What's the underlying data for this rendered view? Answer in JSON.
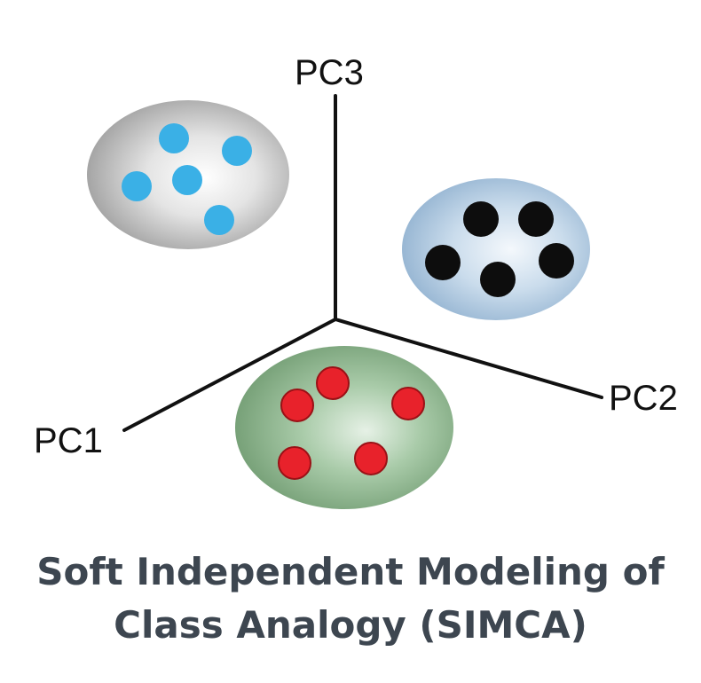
{
  "axes": {
    "pc1": "PC1",
    "pc2": "PC2",
    "pc3": "PC3"
  },
  "caption": {
    "line1": "Soft Independent Modeling of",
    "line2": "Class Analogy (SIMCA)"
  },
  "colors": {
    "axis": "#111111",
    "caption": "#3d4650",
    "cluster_blue_dot": "#3ab0e6",
    "cluster_blue_ellipse": "#c9c9c9",
    "cluster_black_dot": "#0d0d0d",
    "cluster_black_ellipse": "#b8d0e6",
    "cluster_red_dot": "#e8222b",
    "cluster_red_ellipse": "#9cc49e"
  }
}
